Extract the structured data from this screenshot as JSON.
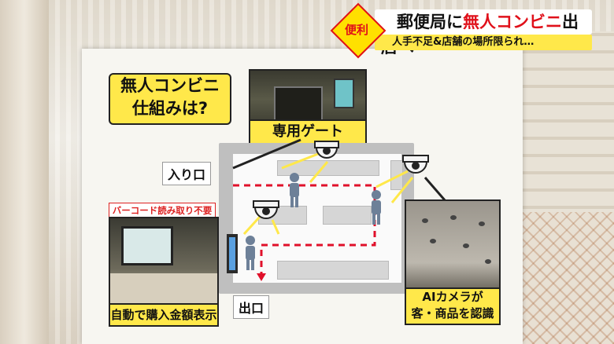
{
  "banner": {
    "badge": "便利",
    "title_a": "郵便局に",
    "title_b": "無人コンビニ",
    "title_c": "出店へ",
    "subtitle": "人手不足&店舗の場所限られ…"
  },
  "board": {
    "title_line1": "無人コンビニ",
    "title_line2": "仕組みは?",
    "gate_caption": "専用ゲート",
    "entrance_label": "入り口",
    "exit_label": "出口",
    "barcode_tag": "バーコード読み取り不要",
    "register_caption": "自動で購入金額表示",
    "camera_caption_line1": "AIカメラが",
    "camera_caption_line2": "客・商品を認識"
  },
  "colors": {
    "accent_yellow": "#ffe84a",
    "accent_red": "#e0101a",
    "route_red": "#e0102a"
  }
}
